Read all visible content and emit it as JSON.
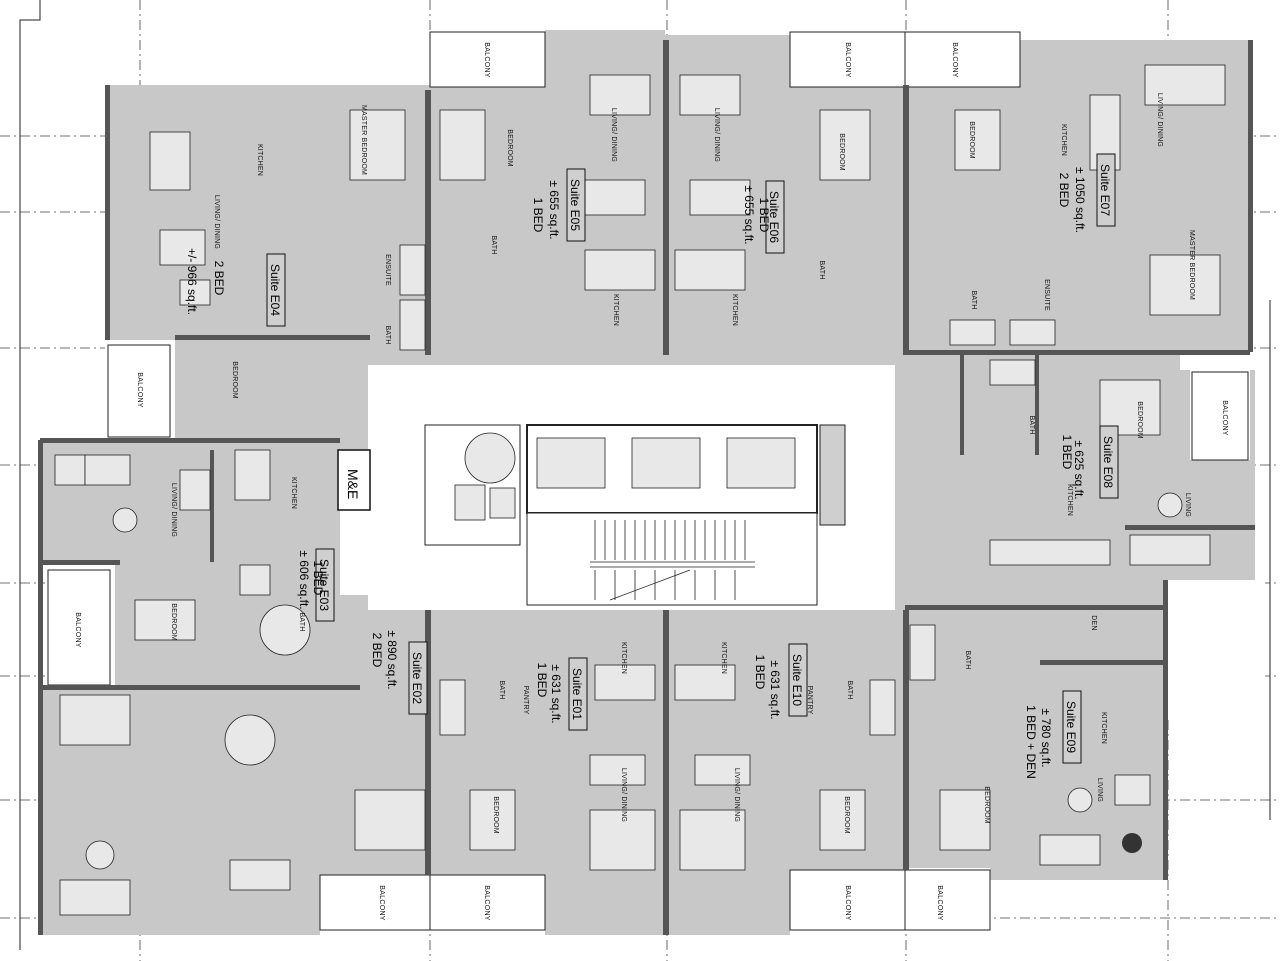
{
  "service_room": "M&E",
  "suites": [
    {
      "id": "E01",
      "name": "Suite E01",
      "area": "± 631 sq.ft.",
      "beds": "1 BED"
    },
    {
      "id": "E02",
      "name": "Suite E02",
      "area": "± 890 sq.ft.",
      "beds": "2 BED"
    },
    {
      "id": "E03",
      "name": "Suite E03",
      "area": "± 606 sq.ft.",
      "beds": "1 BED"
    },
    {
      "id": "E04",
      "name": "Suite E04",
      "area": "+/- 966 sq.ft.",
      "beds": "2 BED"
    },
    {
      "id": "E05",
      "name": "Suite E05",
      "area": "± 655 sq.ft.",
      "beds": "1 BED"
    },
    {
      "id": "E06",
      "name": "Suite E06",
      "area": "± 655 sq.ft.",
      "beds": "1 BED"
    },
    {
      "id": "E07",
      "name": "Suite E07",
      "area": "± 1050 sq.ft.",
      "beds": "2 BED"
    },
    {
      "id": "E08",
      "name": "Suite E08",
      "area": "± 625 sq.ft.",
      "beds": "1 BED"
    },
    {
      "id": "E09",
      "name": "Suite E09",
      "area": "± 780 sq.ft.",
      "beds": "1 BED + DEN"
    },
    {
      "id": "E10",
      "name": "Suite E10",
      "area": "± 631 sq.ft.",
      "beds": "1 BED"
    }
  ],
  "rooms": {
    "bedroom": "BEDROOM",
    "master_bedroom": "MASTER BEDROOM",
    "kitchen": "KITCHEN",
    "living_dining": "LIVING/ DINING",
    "living": "LIVING",
    "bath": "BATH",
    "ensuite": "ENSUITE",
    "pantry": "PANTRY",
    "den": "DEN",
    "balcony": "BALCONY"
  }
}
